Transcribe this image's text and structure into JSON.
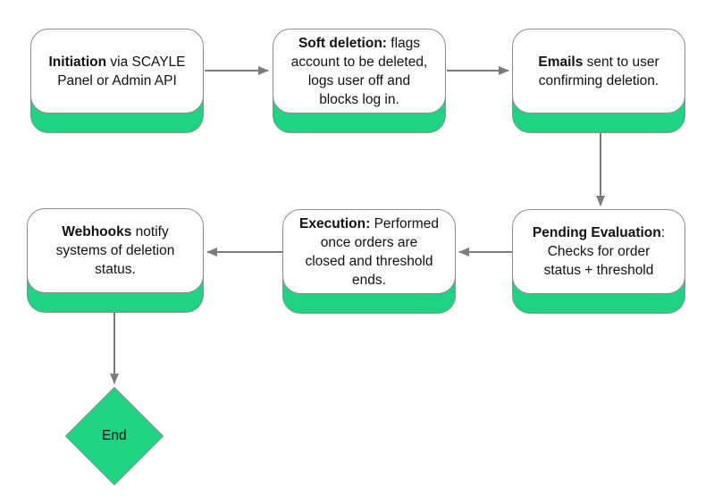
{
  "diagram": {
    "title": "account deletion flow",
    "colors": {
      "node_fill": "#ffffff",
      "accent_green": "#1ed482",
      "node_border": "#8d8d8d",
      "arrow_gray": "#7c7c7c",
      "text": "#111111"
    },
    "nodes": [
      {
        "id": "initiation",
        "lines": [
          [
            {
              "bold": true,
              "text": "Initiation"
            },
            {
              "bold": false,
              "text": " via SCAYLE"
            }
          ],
          [
            {
              "bold": false,
              "text": "Panel or Admin API"
            }
          ]
        ]
      },
      {
        "id": "soft-deletion",
        "lines": [
          [
            {
              "bold": true,
              "text": "Soft deletion:"
            },
            {
              "bold": false,
              "text": " flags"
            }
          ],
          [
            {
              "bold": false,
              "text": "account to be deleted,"
            }
          ],
          [
            {
              "bold": false,
              "text": "logs user off and"
            }
          ],
          [
            {
              "bold": false,
              "text": "blocks log in."
            }
          ]
        ]
      },
      {
        "id": "emails",
        "lines": [
          [
            {
              "bold": true,
              "text": "Emails"
            },
            {
              "bold": false,
              "text": " sent to user"
            }
          ],
          [
            {
              "bold": false,
              "text": "confirming deletion."
            }
          ]
        ]
      },
      {
        "id": "pending-evaluation",
        "lines": [
          [
            {
              "bold": true,
              "text": "Pending Evaluation"
            },
            {
              "bold": false,
              "text": ":"
            }
          ],
          [
            {
              "bold": false,
              "text": "Checks for order"
            }
          ],
          [
            {
              "bold": false,
              "text": "status + threshold"
            }
          ]
        ]
      },
      {
        "id": "execution",
        "lines": [
          [
            {
              "bold": true,
              "text": "Execution:"
            },
            {
              "bold": false,
              "text": " Performed"
            }
          ],
          [
            {
              "bold": false,
              "text": "once orders are"
            }
          ],
          [
            {
              "bold": false,
              "text": "closed and threshold"
            }
          ],
          [
            {
              "bold": false,
              "text": "ends."
            }
          ]
        ]
      },
      {
        "id": "webhooks",
        "lines": [
          [
            {
              "bold": true,
              "text": "Webhooks"
            },
            {
              "bold": false,
              "text": " notify"
            }
          ],
          [
            {
              "bold": false,
              "text": "systems of deletion"
            }
          ],
          [
            {
              "bold": false,
              "text": "status."
            }
          ]
        ]
      }
    ],
    "terminal": {
      "label": "End"
    },
    "edges": [
      {
        "from": "initiation",
        "to": "soft-deletion"
      },
      {
        "from": "soft-deletion",
        "to": "emails"
      },
      {
        "from": "emails",
        "to": "pending-evaluation"
      },
      {
        "from": "pending-evaluation",
        "to": "execution"
      },
      {
        "from": "execution",
        "to": "webhooks"
      },
      {
        "from": "webhooks",
        "to": "end"
      }
    ]
  }
}
